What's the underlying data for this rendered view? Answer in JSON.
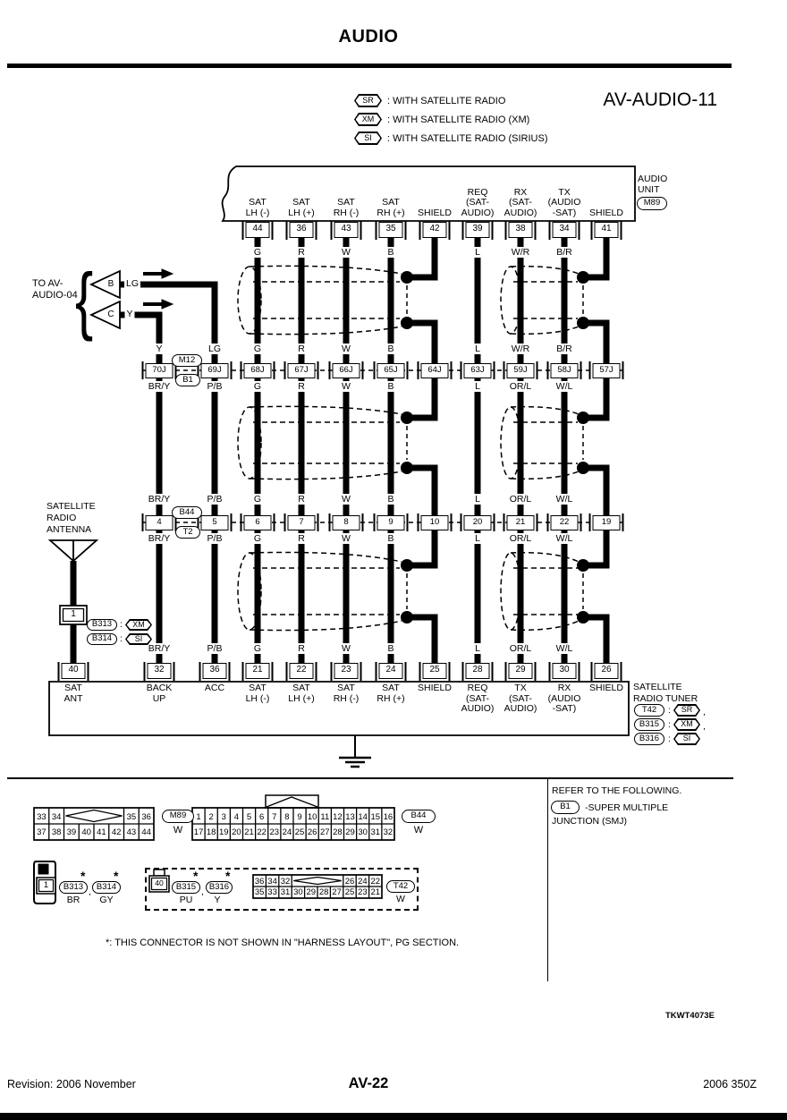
{
  "page": {
    "title": "AUDIO",
    "code": "AV-AUDIO-11",
    "figure_id": "TKWT4073E",
    "footer": {
      "left": "Revision: 2006 November",
      "center": "AV-22",
      "right": "2006 350Z"
    }
  },
  "legend": [
    {
      "tag": "SR",
      "text": ": WITH SATELLITE RADIO"
    },
    {
      "tag": "XM",
      "text": ": WITH SATELLITE RADIO (XM)"
    },
    {
      "tag": "SI",
      "text": ": WITH SATELLITE RADIO (SIRIUS)"
    }
  ],
  "audio_unit": {
    "name": "AUDIO\nUNIT",
    "connector": "M89",
    "pins": [
      {
        "num": "44",
        "label": "SAT\nLH (-)",
        "color": "G"
      },
      {
        "num": "36",
        "label": "SAT\nLH (+)",
        "color": "R"
      },
      {
        "num": "43",
        "label": "SAT\nRH (-)",
        "color": "W"
      },
      {
        "num": "35",
        "label": "SAT\nRH (+)",
        "color": "B"
      },
      {
        "num": "42",
        "label": "SHIELD",
        "color": ""
      },
      {
        "num": "39",
        "label": "REQ\n(SAT-\nAUDIO)",
        "color": "L"
      },
      {
        "num": "38",
        "label": "RX\n(SAT-\nAUDIO)",
        "color": "W/R"
      },
      {
        "num": "34",
        "label": "TX\n(AUDIO\n-SAT)",
        "color": "B/R"
      },
      {
        "num": "41",
        "label": "SHIELD",
        "color": ""
      }
    ]
  },
  "branch": {
    "label": "TO AV-\nAUDIO-04",
    "items": [
      {
        "terminal": "B",
        "color": "LG"
      },
      {
        "terminal": "C",
        "color": "Y"
      }
    ]
  },
  "junction_rows": [
    {
      "ovals": [
        "M12",
        "B1"
      ],
      "cells": [
        {
          "id": "70J",
          "above": "Y",
          "below": "BR/Y"
        },
        {
          "id": "69J",
          "above": "LG",
          "below": "P/B"
        },
        {
          "id": "68J",
          "above": "G",
          "below": "G"
        },
        {
          "id": "67J",
          "above": "R",
          "below": "R"
        },
        {
          "id": "66J",
          "above": "W",
          "below": "W"
        },
        {
          "id": "65J",
          "above": "B",
          "below": "B"
        },
        {
          "id": "64J",
          "above": "",
          "below": ""
        },
        {
          "id": "63J",
          "above": "L",
          "below": "L"
        },
        {
          "id": "59J",
          "above": "W/R",
          "below": "OR/L"
        },
        {
          "id": "58J",
          "above": "B/R",
          "below": "W/L"
        },
        {
          "id": "57J",
          "above": "",
          "below": ""
        }
      ]
    },
    {
      "ovals": [
        "B44",
        "T2"
      ],
      "cells": [
        {
          "id": "4",
          "above": "BR/Y",
          "below": "BR/Y"
        },
        {
          "id": "5",
          "above": "P/B",
          "below": "P/B"
        },
        {
          "id": "6",
          "above": "G",
          "below": "G"
        },
        {
          "id": "7",
          "above": "R",
          "below": "R"
        },
        {
          "id": "8",
          "above": "W",
          "below": "W"
        },
        {
          "id": "9",
          "above": "B",
          "below": "B"
        },
        {
          "id": "10",
          "above": "",
          "below": ""
        },
        {
          "id": "20",
          "above": "L",
          "below": "L"
        },
        {
          "id": "21",
          "above": "OR/L",
          "below": "OR/L"
        },
        {
          "id": "22",
          "above": "W/L",
          "below": "W/L"
        },
        {
          "id": "19",
          "above": "",
          "below": ""
        }
      ]
    }
  ],
  "antenna": {
    "label": "SATELLITE\nRADIO\nANTENNA",
    "pin": "1",
    "colon": ":",
    "variants": [
      {
        "connector": "B313",
        "tag": "XM"
      },
      {
        "connector": "B314",
        "tag": "SI"
      }
    ]
  },
  "tuner": {
    "label": "SATELLITE\nRADIO TUNER",
    "colon": ":",
    "variants": [
      {
        "connector": "T42",
        "tag": "SR",
        "sep": ","
      },
      {
        "connector": "B315",
        "tag": "XM",
        "sep": ","
      },
      {
        "connector": "B316",
        "tag": "SI",
        "sep": ""
      }
    ],
    "pins": [
      {
        "num": "40",
        "label": "SAT\nANT",
        "color": ""
      },
      {
        "num": "32",
        "label": "BACK\nUP",
        "color": "BR/Y"
      },
      {
        "num": "36",
        "label": "ACC",
        "color": "P/B"
      },
      {
        "num": "21",
        "label": "SAT\nLH (-)",
        "color": "G"
      },
      {
        "num": "22",
        "label": "SAT\nLH (+)",
        "color": "R"
      },
      {
        "num": "23",
        "label": "SAT\nRH (-)",
        "color": "W"
      },
      {
        "num": "24",
        "label": "SAT\nRH (+)",
        "color": "B"
      },
      {
        "num": "25",
        "label": "SHIELD",
        "color": ""
      },
      {
        "num": "28",
        "label": "REQ\n(SAT-\nAUDIO)",
        "color": "L"
      },
      {
        "num": "29",
        "label": "TX\n(SAT-\nAUDIO)",
        "color": "OR/L"
      },
      {
        "num": "30",
        "label": "RX\n(AUDIO\n-SAT)",
        "color": "W/L"
      },
      {
        "num": "26",
        "label": "SHIELD",
        "color": ""
      }
    ]
  },
  "connector_details": {
    "star": "*",
    "comma": ",",
    "colon": ":",
    "m89": {
      "id": "M89",
      "color": "W",
      "row_top": [
        "33",
        "34",
        "",
        "35",
        "36"
      ],
      "row_bottom": [
        "37",
        "38",
        "39",
        "40",
        "41",
        "42",
        "43",
        "44"
      ]
    },
    "b44": {
      "id": "B44",
      "color": "W",
      "row_top": [
        "1",
        "2",
        "3",
        "4",
        "5",
        "6",
        "7",
        "8",
        "9",
        "10",
        "11",
        "12",
        "13",
        "14",
        "15",
        "16"
      ],
      "row_bottom": [
        "17",
        "18",
        "19",
        "20",
        "21",
        "22",
        "23",
        "24",
        "25",
        "26",
        "27",
        "28",
        "29",
        "30",
        "31",
        "32"
      ]
    },
    "antenna_conn": {
      "pin": "1",
      "items": [
        {
          "id": "B313",
          "color": "BR"
        },
        {
          "id": "B314",
          "color": "GY"
        }
      ]
    },
    "tuner_conn": {
      "pin": "40",
      "items": [
        {
          "id": "B315",
          "color": "PU"
        },
        {
          "id": "B316",
          "color": "Y"
        }
      ],
      "t42": {
        "id": "T42",
        "color": "W",
        "row_top": [
          "36",
          "34",
          "32",
          "",
          "26",
          "24",
          "22"
        ],
        "row_bottom": [
          "35",
          "33",
          "31",
          "30",
          "29",
          "28",
          "27",
          "25",
          "23",
          "21"
        ]
      }
    },
    "footnote": "*: THIS CONNECTOR IS NOT SHOWN IN \"HARNESS LAYOUT\", PG SECTION."
  },
  "refer": {
    "title": "REFER TO THE FOLLOWING.",
    "oval": "B1",
    "text1": "-SUPER MULTIPLE",
    "text2": "JUNCTION (SMJ)"
  }
}
